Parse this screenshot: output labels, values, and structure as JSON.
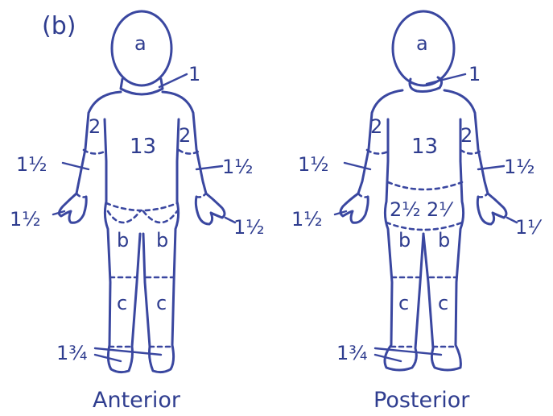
{
  "panel_label": "(b)",
  "anterior": {
    "caption": "Anterior",
    "head": "a",
    "neck": "1",
    "trunk": "13",
    "upper_arm_left": "2",
    "upper_arm_right": "2",
    "forearm_left": "1½",
    "forearm_right": "1½",
    "hand_left": "1½",
    "hand_right": "1½",
    "thigh_left": "b",
    "thigh_right": "b",
    "leg_left": "c",
    "leg_right": "c",
    "feet": "1¾"
  },
  "posterior": {
    "caption": "Posterior",
    "head": "a",
    "neck": "1",
    "trunk": "13",
    "upper_arm_left": "2",
    "upper_arm_right": "2",
    "forearm_left": "1½",
    "forearm_right": "1½",
    "hand_left": "1½",
    "hand_right": "1⅟",
    "buttock_left": "2½",
    "buttock_right": "2⅟",
    "thigh_left": "b",
    "thigh_right": "b",
    "leg_left": "c",
    "leg_right": "c",
    "feet": "1¾"
  },
  "colors": {
    "ink": "#3a47a0",
    "text": "#2f3d8f",
    "background": "#ffffff"
  }
}
